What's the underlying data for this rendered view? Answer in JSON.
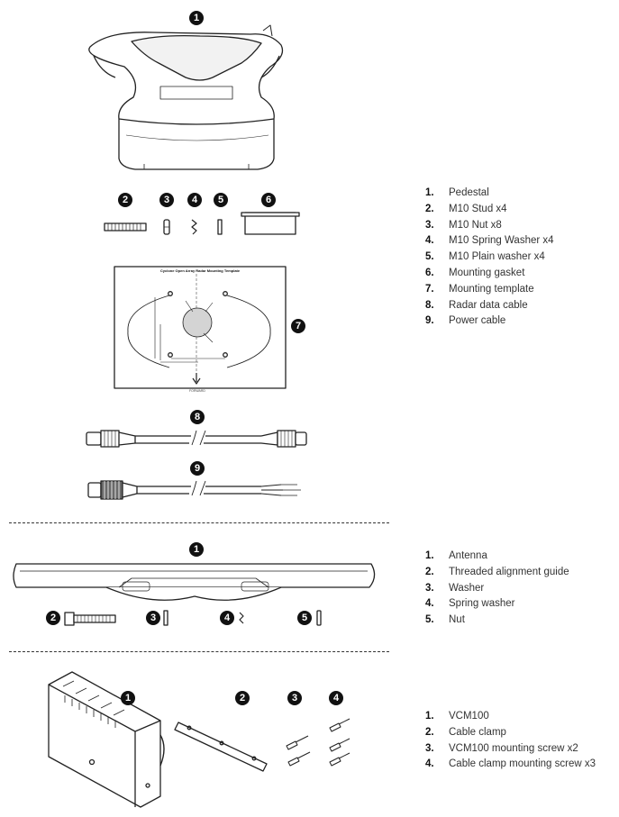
{
  "sections": [
    {
      "items": [
        {
          "num": "1.",
          "label": "Pedestal"
        },
        {
          "num": "2.",
          "label": "M10 Stud x4"
        },
        {
          "num": "3.",
          "label": "M10 Nut x8"
        },
        {
          "num": "4.",
          "label": "M10 Spring Washer x4"
        },
        {
          "num": "5.",
          "label": "M10 Plain washer x4"
        },
        {
          "num": "6.",
          "label": "Mounting gasket"
        },
        {
          "num": "7.",
          "label": "Mounting template"
        },
        {
          "num": "8.",
          "label": "Radar data cable"
        },
        {
          "num": "9.",
          "label": "Power cable"
        }
      ],
      "callouts": [
        "1",
        "2",
        "3",
        "4",
        "5",
        "6",
        "7",
        "8",
        "9"
      ]
    },
    {
      "items": [
        {
          "num": "1.",
          "label": "Antenna"
        },
        {
          "num": "2.",
          "label": "Threaded alignment guide"
        },
        {
          "num": "3.",
          "label": "Washer"
        },
        {
          "num": "4.",
          "label": "Spring washer"
        },
        {
          "num": "5.",
          "label": "Nut"
        }
      ],
      "callouts": [
        "1",
        "2",
        "3",
        "4",
        "5"
      ]
    },
    {
      "items": [
        {
          "num": "1.",
          "label": "VCM100"
        },
        {
          "num": "2.",
          "label": "Cable clamp"
        },
        {
          "num": "3.",
          "label": "VCM100 mounting screw x2"
        },
        {
          "num": "4.",
          "label": "Cable clamp mounting screw x3"
        }
      ],
      "callouts": [
        "1",
        "2",
        "3",
        "4"
      ]
    }
  ],
  "template": {
    "title": "Cyclone Open Array Radar Mounting Template",
    "forward_label": "FORWARD"
  },
  "icons": {
    "pedestal": "pedestal-illustration",
    "antenna": "antenna-illustration",
    "vcm": "vcm100-illustration"
  }
}
